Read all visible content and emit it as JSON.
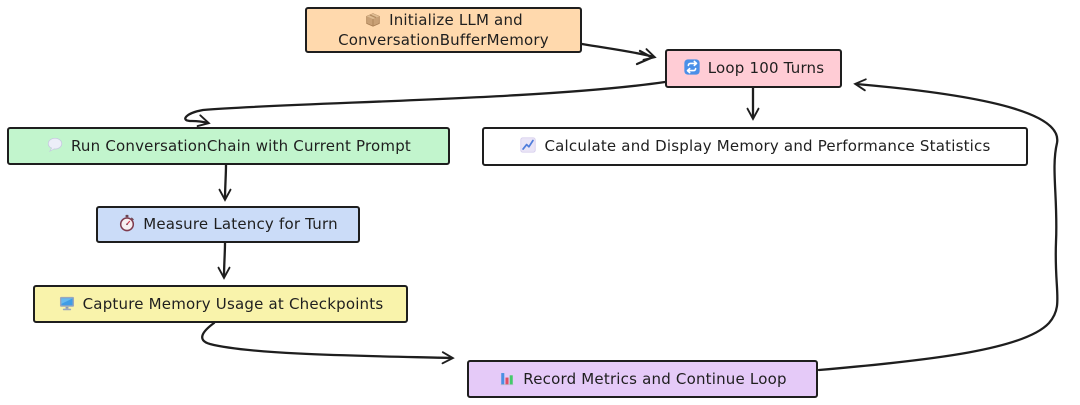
{
  "diagram": {
    "type": "flowchart",
    "stroke_color": "#1e1e1e",
    "nodes": {
      "init": {
        "label": "Initialize LLM and ConversationBufferMemory",
        "icon": "package-icon",
        "bg": "#ffd9ad"
      },
      "loop": {
        "label": "Loop 100 Turns",
        "icon": "repeat-icon",
        "bg": "#ffccd5"
      },
      "run": {
        "label": "Run ConversationChain with Current Prompt",
        "icon": "speech-balloon-icon",
        "bg": "#c2f5cd"
      },
      "stats": {
        "label": "Calculate and Display Memory and Performance Statistics",
        "icon": "chart-increasing-icon",
        "bg": "#ffffff"
      },
      "latency": {
        "label": "Measure Latency for Turn",
        "icon": "stopwatch-icon",
        "bg": "#cbdcf8"
      },
      "memory": {
        "label": "Capture Memory Usage at Checkpoints",
        "icon": "desktop-computer-icon",
        "bg": "#f9f3ab"
      },
      "record": {
        "label": "Record Metrics and Continue Loop",
        "icon": "bar-chart-icon",
        "bg": "#e5caf8"
      }
    },
    "edges": [
      {
        "from": "init",
        "to": "loop"
      },
      {
        "from": "loop",
        "to": "run"
      },
      {
        "from": "loop",
        "to": "stats"
      },
      {
        "from": "run",
        "to": "latency"
      },
      {
        "from": "latency",
        "to": "memory"
      },
      {
        "from": "memory",
        "to": "record"
      },
      {
        "from": "record",
        "to": "loop"
      }
    ]
  }
}
